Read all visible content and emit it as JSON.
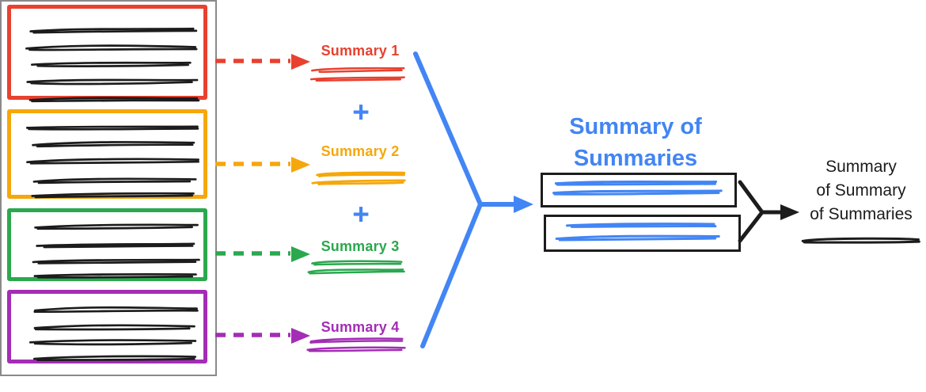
{
  "colors": {
    "red": "#E8412F",
    "orange": "#F5A70B",
    "green": "#2BA84E",
    "purple": "#A32DB5",
    "blue": "#4285F4",
    "ink": "#1C1C1C",
    "panel_border": "#8A8A8A"
  },
  "documents_panel": {
    "documents": [
      {
        "border_color": "#E8412F"
      },
      {
        "border_color": "#F5A70B"
      },
      {
        "border_color": "#2BA84E"
      },
      {
        "border_color": "#A32DB5"
      }
    ]
  },
  "summaries": [
    {
      "label": "Summary 1",
      "color": "#E8412F"
    },
    {
      "label": "Summary 2",
      "color": "#F5A70B"
    },
    {
      "label": "Summary 3",
      "color": "#2BA84E"
    },
    {
      "label": "Summary 4",
      "color": "#A32DB5"
    }
  ],
  "plus_sign": "+",
  "merge": {
    "title": "Summary of Summaries",
    "color": "#4285F4"
  },
  "final_summary": {
    "lines": [
      "Summary",
      "of Summary",
      "of Summaries"
    ],
    "color": "#1C1C1C"
  }
}
